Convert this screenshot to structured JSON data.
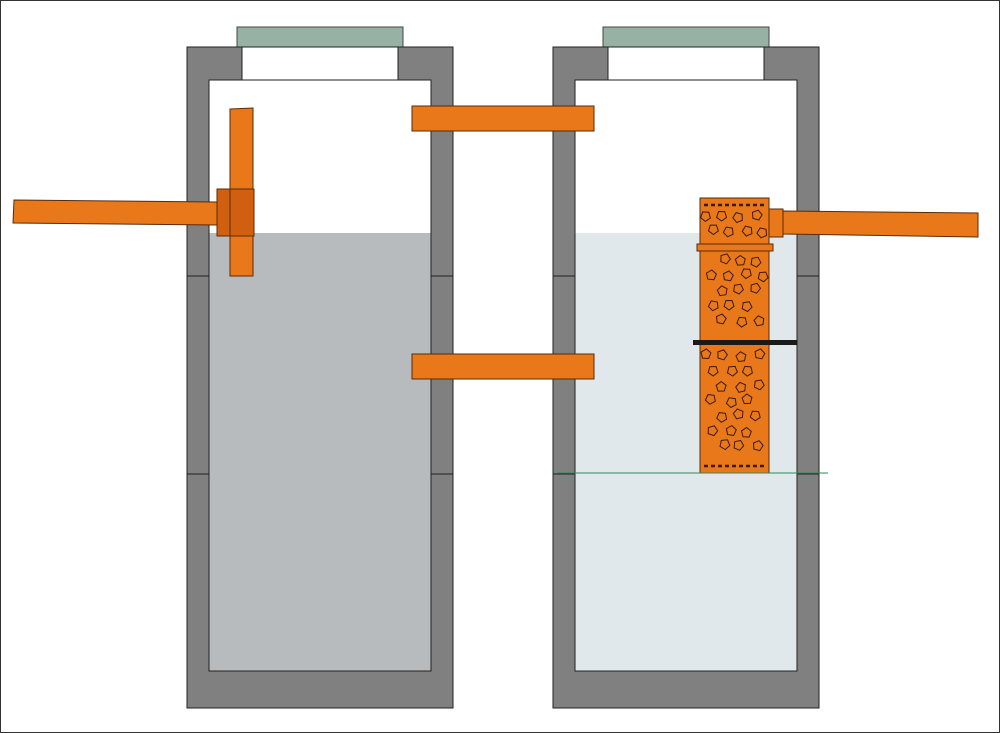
{
  "diagram": {
    "kind": "two-chamber septic tank cross-section",
    "colors": {
      "background": "#ffffff",
      "frame": "#333333",
      "concrete": "#808080",
      "concrete_edge": "#222222",
      "lid": "#97b1a4",
      "pipe": "#e8781a",
      "pipe_dark": "#d06010",
      "pipe_edge": "#5a2a08",
      "sludge_water": "#b8bbbe",
      "clarified_water": "#e1e8eb",
      "filter_fill": "#e8781a",
      "gravel_outline": "#3a1a05",
      "clamp": "#1a1a1a",
      "groundwater_line": "#2e8b57"
    },
    "components": [
      "left-chamber",
      "right-chamber",
      "inlet-pipe",
      "tee-fitting",
      "overflow-pipe-upper",
      "overflow-pipe-lower",
      "biofilter-column",
      "outlet-pipe",
      "groundwater-level-line"
    ]
  }
}
